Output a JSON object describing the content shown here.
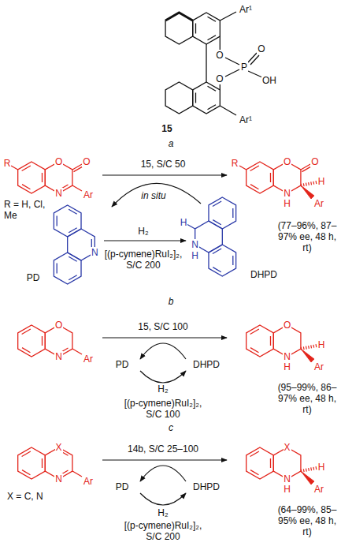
{
  "diagram": {
    "labels": [
      "Ar¹",
      "O",
      "P",
      "O",
      "OH",
      "O",
      "Ar¹",
      "15",
      "a",
      "R",
      "O",
      "O",
      "N",
      "Ar",
      "15, S/C 50",
      "R = H, Cl, Me",
      "in situ",
      "PD",
      "N",
      "DHPD",
      "N",
      "H",
      "H",
      "H₂",
      "[(p-cymene)RuI₂]₂, S/C 200",
      "R",
      "O",
      "O",
      "N",
      "H",
      "H",
      "Ar",
      "(77–96%, 87–97% ee, 48 h, rt)",
      "b",
      "O",
      "N",
      "Ar",
      "15, S/C 100",
      "PD",
      "DHPD",
      "H₂",
      "[(p-cymene)RuI₂]₂, S/C 100",
      "O",
      "N",
      "H",
      "H",
      "Ar",
      "(95–99%, 86–97% ee, 48 h, rt)",
      "c",
      "X",
      "N",
      "Ar",
      "X = C, N",
      "14b, S/C 25–100",
      "PD",
      "DHPD",
      "H₂",
      "[(p-cymene)RuI₂]₂, S/C 200",
      "X",
      "N",
      "H",
      "H",
      "Ar",
      "(64–99%, 85–95% ee, 48 h, rt)"
    ]
  }
}
